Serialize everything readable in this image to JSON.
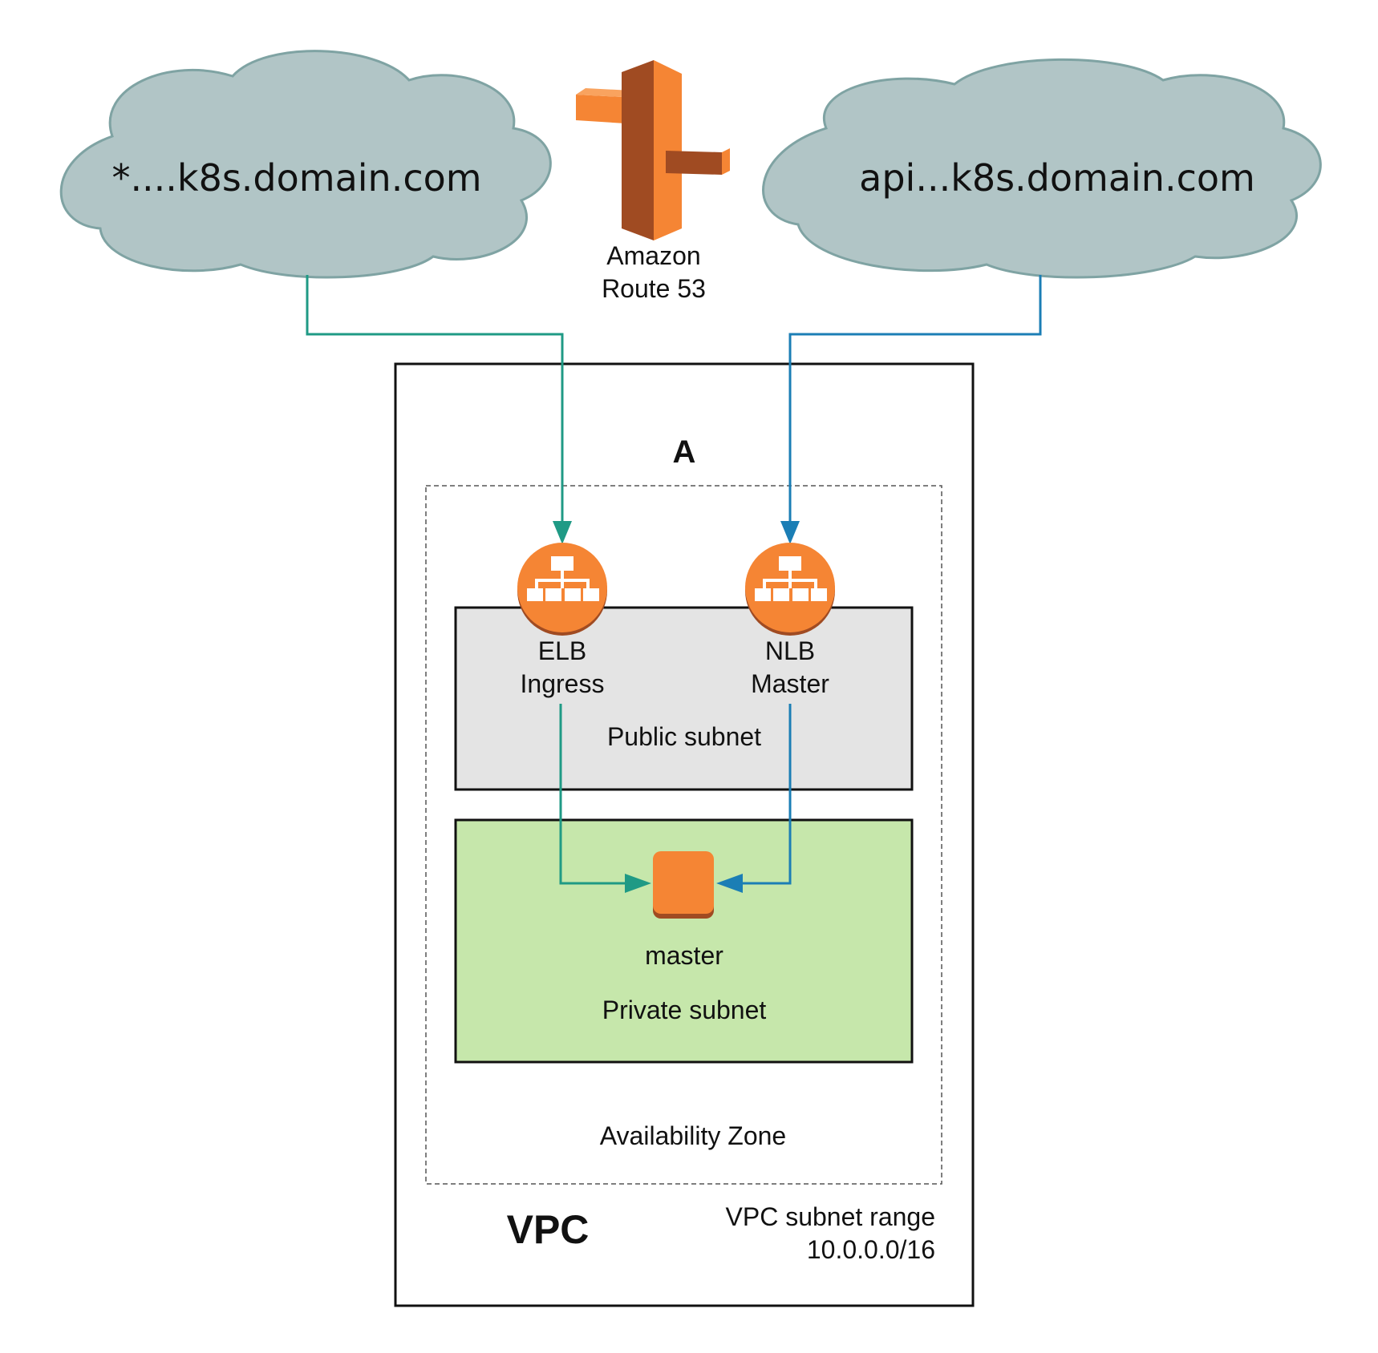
{
  "clouds": {
    "left": {
      "text": "*....k8s.domain.com",
      "icon": "cloud-icon"
    },
    "right": {
      "text": "api...k8s.domain.com",
      "icon": "cloud-icon"
    }
  },
  "route53": {
    "line1": "Amazon",
    "line2": "Route 53",
    "icon": "route53-icon"
  },
  "vpc": {
    "title": "VPC",
    "subnet_range_label": "VPC subnet range",
    "subnet_range_value": "10.0.0.0/16"
  },
  "az": {
    "id": "A",
    "label": "Availability Zone"
  },
  "public_subnet": {
    "label": "Public subnet"
  },
  "private_subnet": {
    "label": "Private subnet"
  },
  "elb": {
    "line1": "ELB",
    "line2": "Ingress",
    "icon": "load-balancer-icon"
  },
  "nlb": {
    "line1": "NLB",
    "line2": "Master",
    "icon": "load-balancer-icon"
  },
  "master": {
    "label": "master",
    "icon": "instance-icon"
  },
  "colors": {
    "cloud_fill": "#b1c5c6",
    "cloud_stroke": "#7fa3a3",
    "teal": "#1f9a85",
    "blue": "#1b7eb5",
    "orange": "#f58534",
    "orange_dark": "#a04b22",
    "public_fill": "#e4e4e4",
    "private_fill": "#c6e7ab"
  }
}
